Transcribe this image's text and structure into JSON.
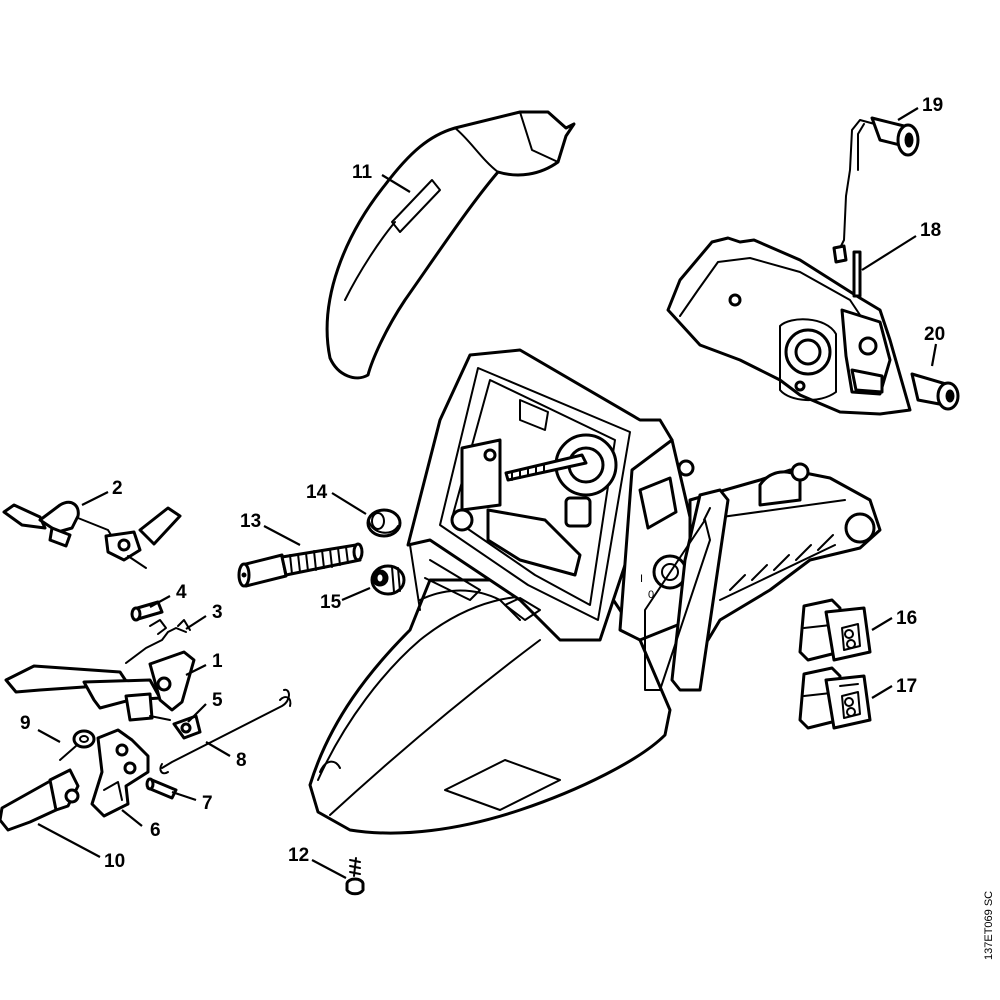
{
  "callouts": {
    "c1": "1",
    "c2": "2",
    "c3": "3",
    "c4": "4",
    "c5": "5",
    "c6": "6",
    "c7": "7",
    "c8": "8",
    "c9": "9",
    "c10": "10",
    "c11": "11",
    "c12": "12",
    "c13": "13",
    "c14": "14",
    "c15": "15",
    "c16": "16",
    "c17": "17",
    "c18": "18",
    "c19": "19",
    "c20": "20"
  },
  "reference_code": "137ET069 SC",
  "switch_markings": {
    "on": "I",
    "off": "0"
  }
}
